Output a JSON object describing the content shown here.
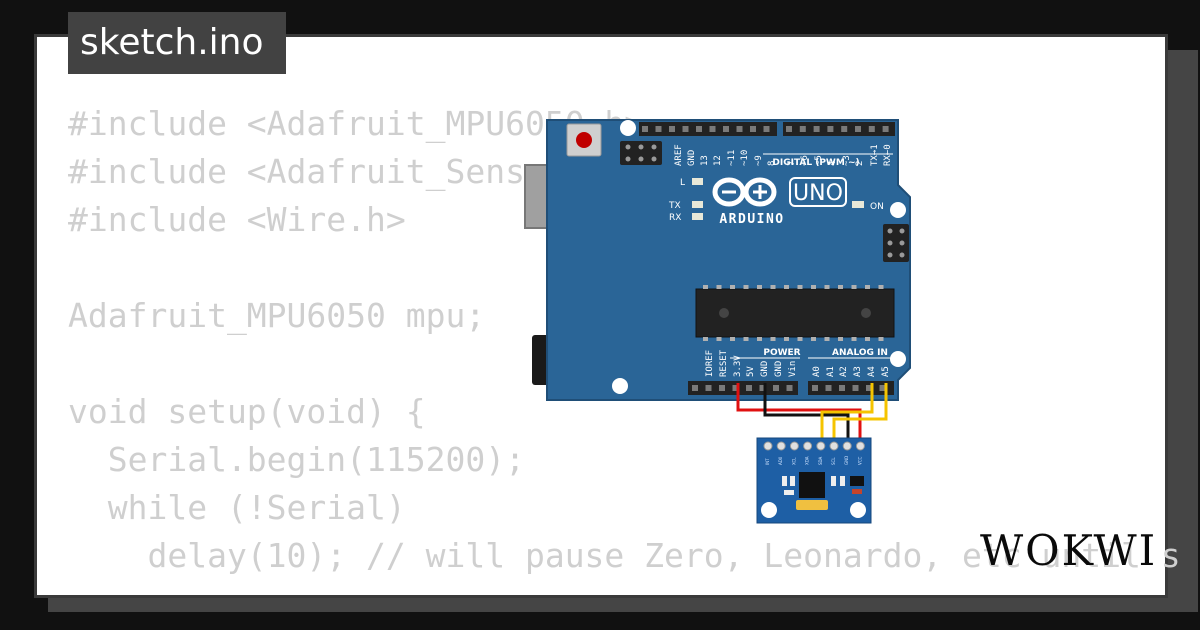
{
  "file_tab": {
    "label": "sketch.ino"
  },
  "code_lines": [
    "#include <Adafruit_MPU6050.h>",
    "#include <Adafruit_Sensor.h>",
    "#include <Wire.h>",
    "",
    "Adafruit_MPU6050 mpu;",
    "",
    "void setup(void) {",
    "  Serial.begin(115200);",
    "  while (!Serial)",
    "    delay(10); // will pause Zero, Leonardo, etc until s"
  ],
  "board": {
    "logo_text": "ARDUINO",
    "model": "UNO",
    "digital_label": "DIGITAL (PWM ~)",
    "power_label": "POWER",
    "analog_label": "ANALOG IN",
    "on_label": "ON",
    "l_label": "L",
    "tx_label": "TX",
    "rx_label": "RX",
    "digital_pins": [
      "AREF",
      "GND",
      "13",
      "12",
      "~11",
      "~10",
      "~9",
      "8",
      "7",
      "~6",
      "~5",
      "4",
      "~3",
      "2",
      "TX→1",
      "RX←0"
    ],
    "power_pins": [
      "IOREF",
      "RESET",
      "3.3V",
      "5V",
      "GND",
      "GND",
      "Vin"
    ],
    "analog_pins": [
      "A0",
      "A1",
      "A2",
      "A3",
      "A4",
      "A5"
    ]
  },
  "sensor": {
    "pins": [
      "INT",
      "AD0",
      "XCL",
      "XDA",
      "SDA",
      "SCL",
      "GND",
      "VCC"
    ]
  },
  "brand": {
    "name": "WOKWI"
  },
  "colors": {
    "board": "#2a6597",
    "board_edge": "#1f4e77",
    "sensor": "#1e5fa5",
    "code_text": "#cfcfcf",
    "wire_red": "#e01010",
    "wire_black": "#111111",
    "wire_yellow": "#f5c400"
  }
}
